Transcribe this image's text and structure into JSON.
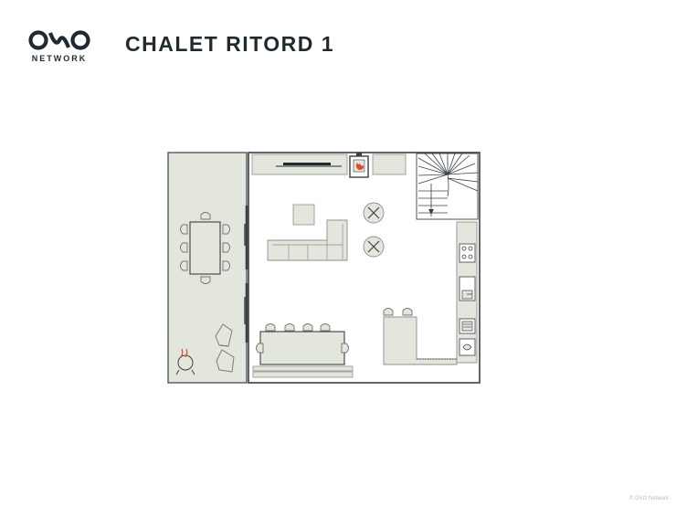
{
  "brand": {
    "word": "NETWORK",
    "logo_icon": "ovo-logo-icon",
    "color": "#1f2a30"
  },
  "page": {
    "title": "CHALET RITORD 1"
  },
  "footer": {
    "copyright": "© OVO Network"
  },
  "plan": {
    "colors": {
      "wall": "#3a4044",
      "fill": "#e3e6dc",
      "furniture": "#e3e6dc",
      "furniture_stroke": "#8c918a",
      "fire": "#e04a2a"
    },
    "icons": [
      "stove-icon",
      "grill-icon",
      "stairs-icon",
      "sink-icon",
      "cooktop-icon",
      "oven-icon"
    ]
  }
}
